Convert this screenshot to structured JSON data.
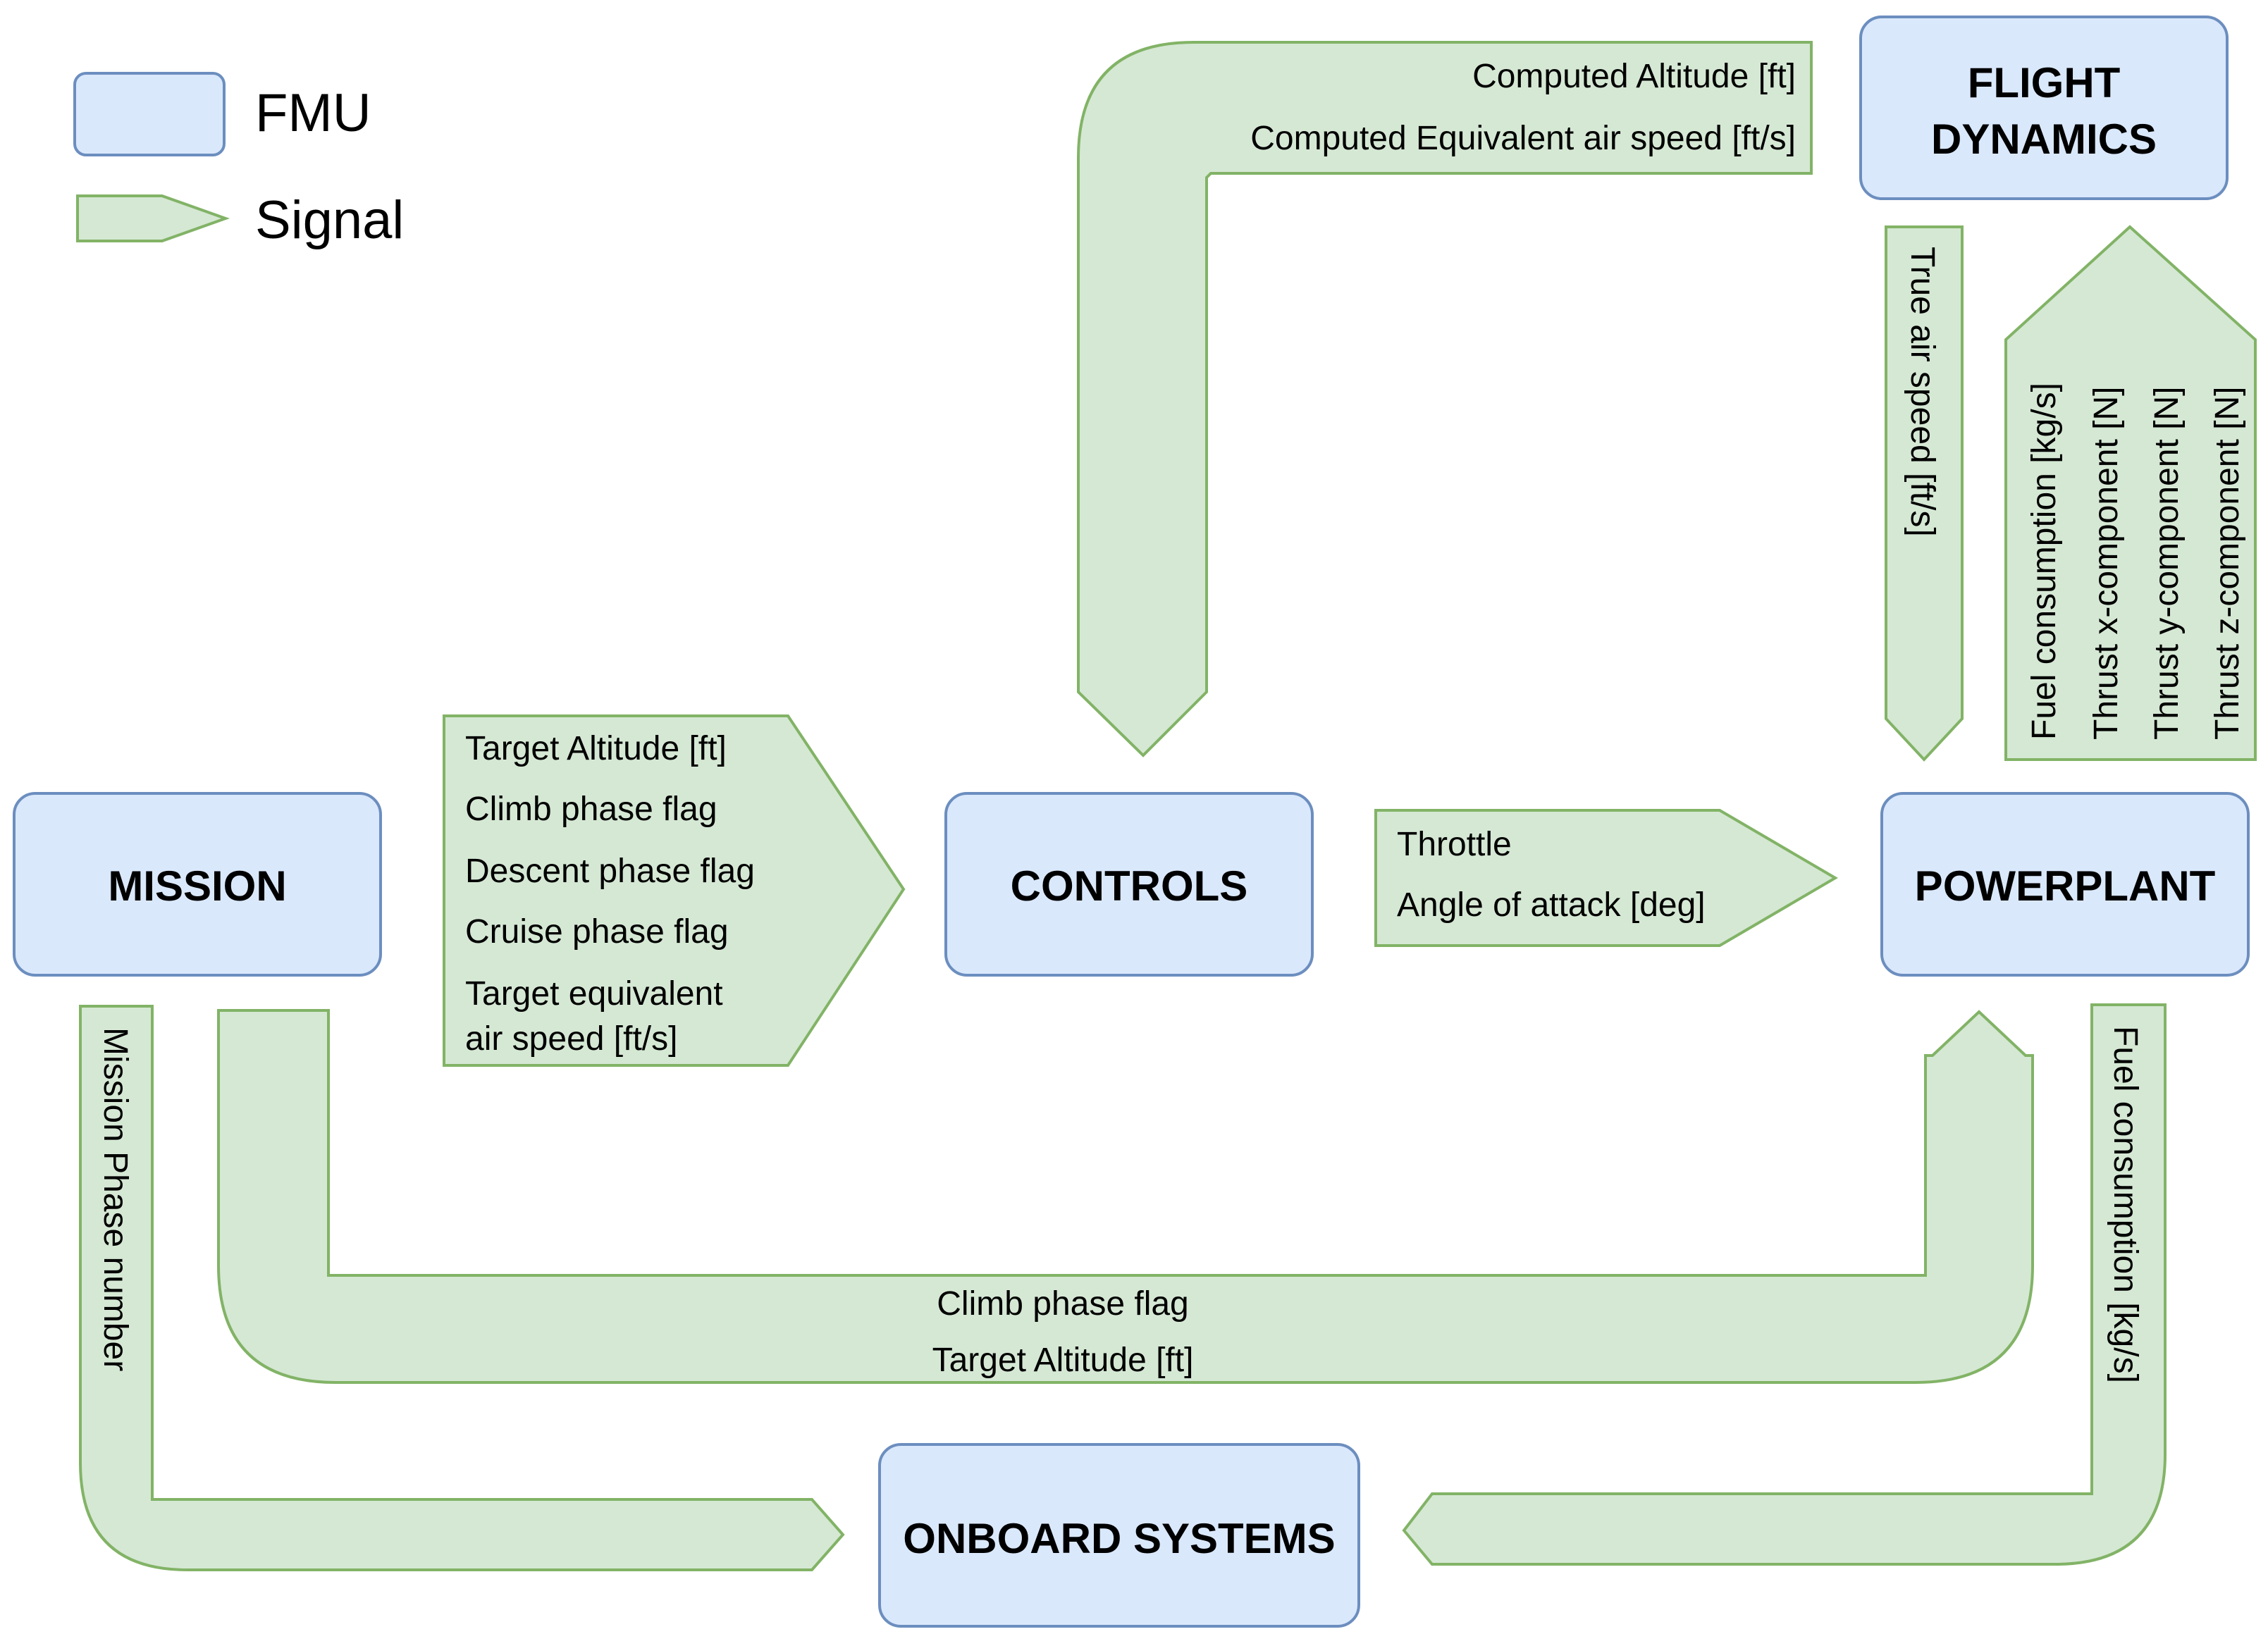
{
  "legend": {
    "fmu_label": "FMU",
    "signal_label": "Signal"
  },
  "colors": {
    "fmu_fill": "#dae8fc",
    "fmu_stroke": "#6c8ebf",
    "signal_fill": "#d5e8d4",
    "signal_stroke": "#82b366"
  },
  "fmus": {
    "mission": "MISSION",
    "controls": "CONTROLS",
    "powerplant": "POWERPLANT",
    "flight_dynamics_line1": "FLIGHT",
    "flight_dynamics_line2": "DYNAMICS",
    "onboard_systems": "ONBOARD SYSTEMS"
  },
  "signals": {
    "mission_to_controls": [
      "Target Altitude [ft]",
      "Climb phase flag",
      "Descent phase flag",
      "Cruise phase flag",
      "Target equivalent",
      "air speed [ft/s]"
    ],
    "flight_dynamics_to_controls": [
      "Computed Altitude [ft]",
      "Computed Equivalent air speed [ft/s]"
    ],
    "controls_to_powerplant": [
      "Throttle",
      "Angle of attack [deg]"
    ],
    "flight_dynamics_to_powerplant": [
      "True air speed [ft/s]"
    ],
    "powerplant_to_flight_dynamics": [
      "Fuel consumption [kg/s]",
      "Thrust x-component [N]",
      "Thrust y-component [N]",
      "Thrust z-component [N]"
    ],
    "mission_to_powerplant": [
      "Climb phase flag",
      "Target Altitude [ft]"
    ],
    "mission_to_onboard": [
      "Mission Phase number"
    ],
    "powerplant_to_onboard": [
      "Fuel consumption [kg/s]"
    ]
  }
}
